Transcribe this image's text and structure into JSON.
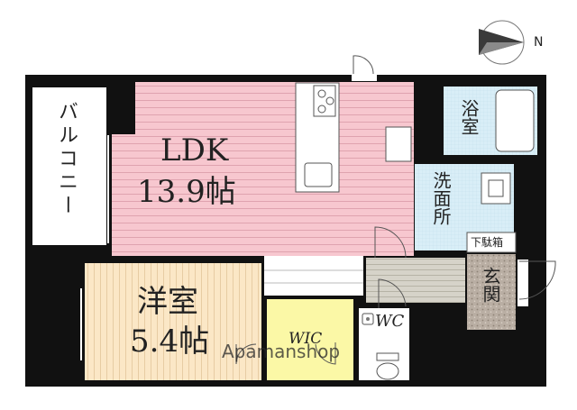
{
  "compass": {
    "direction_label": "N",
    "icon": "north-arrow-icon"
  },
  "rooms": {
    "balcony": "バルコニー",
    "ldk_name": "LDK",
    "ldk_size": "13.9帖",
    "western_name": "洋室",
    "western_size": "5.4帖",
    "bath": "浴室",
    "washroom": "洗面所",
    "shoe_cabinet": "下駄箱",
    "entrance": "玄関",
    "toilet": "WC",
    "closet": "WIC"
  },
  "watermark": "Apamanshop",
  "colors": {
    "ldk": "#f7c7cf",
    "western": "#fbe7c6",
    "wet_area": "#d9eef7",
    "closet": "#fbf8a6",
    "wall": "#111111",
    "entrance_tile": "#b9aea3",
    "corridor": "#d6d3c9"
  }
}
